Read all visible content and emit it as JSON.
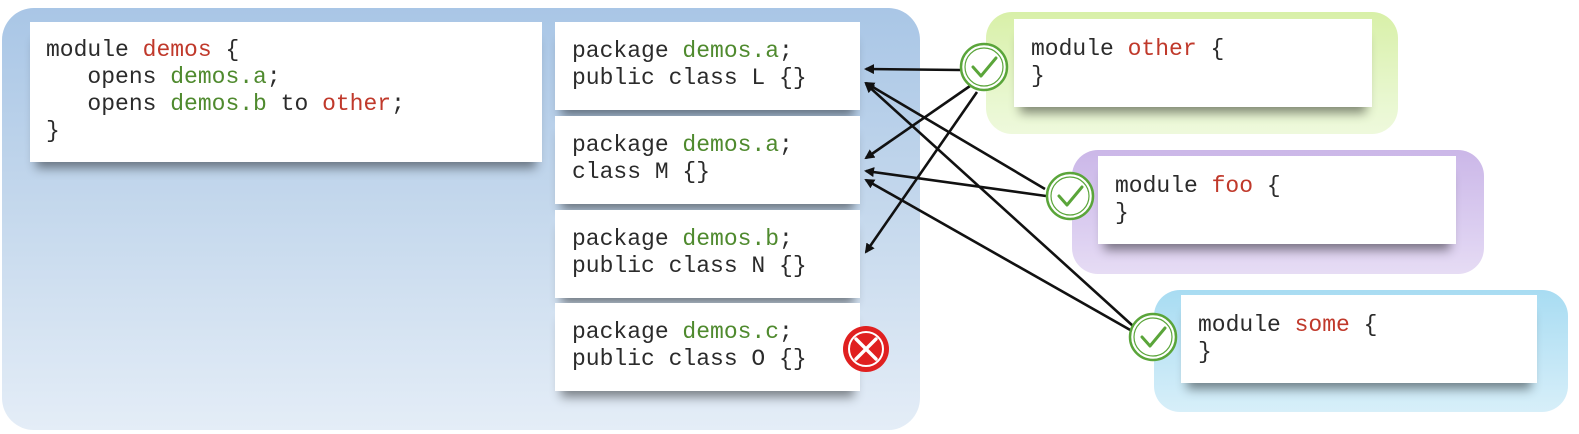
{
  "demos_module": {
    "kw_module": "module",
    "name": "demos",
    "open_brace": " {",
    "line1_indent": "   opens ",
    "line1_pkg": "demos.a",
    "line1_end": ";",
    "line2_indent": "   opens ",
    "line2_pkg": "demos.b",
    "line2_to": " to ",
    "line2_target": "other",
    "line2_end": ";",
    "close_brace": "}"
  },
  "packages": [
    {
      "kw": "package ",
      "pkg": "demos.a",
      "end": ";",
      "decl": "public class L {}"
    },
    {
      "kw": "package ",
      "pkg": "demos.a",
      "end": ";",
      "decl": "class M {}"
    },
    {
      "kw": "package ",
      "pkg": "demos.b",
      "end": ";",
      "decl": "public class N {}"
    },
    {
      "kw": "package ",
      "pkg": "demos.c",
      "end": ";",
      "decl": "public class O {}"
    }
  ],
  "modules": [
    {
      "kw": "module ",
      "name": "other",
      "open": " {",
      "close": "}"
    },
    {
      "kw": "module ",
      "name": "foo",
      "open": " {",
      "close": "}"
    },
    {
      "kw": "module ",
      "name": "some",
      "open": " {",
      "close": "}"
    }
  ],
  "colors": {
    "keyword": "#2b2b2b",
    "module_name": "#c0392b",
    "package_name": "#4f8a2e",
    "check": "#5aa53a",
    "blocked": "#e02020"
  },
  "icons": [
    "check-icon",
    "check-icon",
    "check-icon",
    "blocked-icon"
  ]
}
